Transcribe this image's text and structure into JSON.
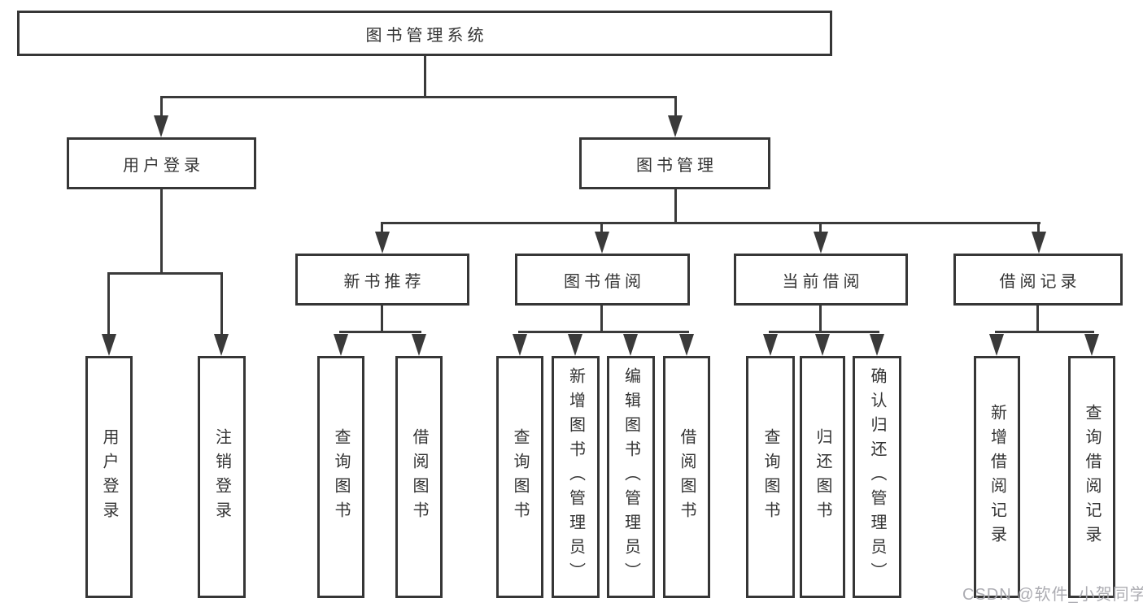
{
  "diagram": {
    "title": "图书管理系统",
    "level2": [
      {
        "label": "用户登录"
      },
      {
        "label": "图书管理"
      }
    ],
    "level3": [
      {
        "label": "新书推荐"
      },
      {
        "label": "图书借阅"
      },
      {
        "label": "当前借阅"
      },
      {
        "label": "借阅记录"
      }
    ],
    "leaves": [
      {
        "label": "用户登录"
      },
      {
        "label": "注销登录"
      },
      {
        "label": "查询图书"
      },
      {
        "label": "借阅图书"
      },
      {
        "label": "查询图书"
      },
      {
        "label": "新增图书（管理员）"
      },
      {
        "label": "编辑图书（管理员）"
      },
      {
        "label": "借阅图书"
      },
      {
        "label": "查询图书"
      },
      {
        "label": "归还图书"
      },
      {
        "label": "确认归还（管理员）"
      },
      {
        "label": "新增借阅记录"
      },
      {
        "label": "查询借阅记录"
      }
    ],
    "watermark": "CSDN @软件_小贺同学",
    "colors": {
      "line": "#3a3a3a",
      "border": "#363636",
      "text": "#333333",
      "watermark": "#a8a8ae",
      "background": "#ffffff"
    }
  }
}
